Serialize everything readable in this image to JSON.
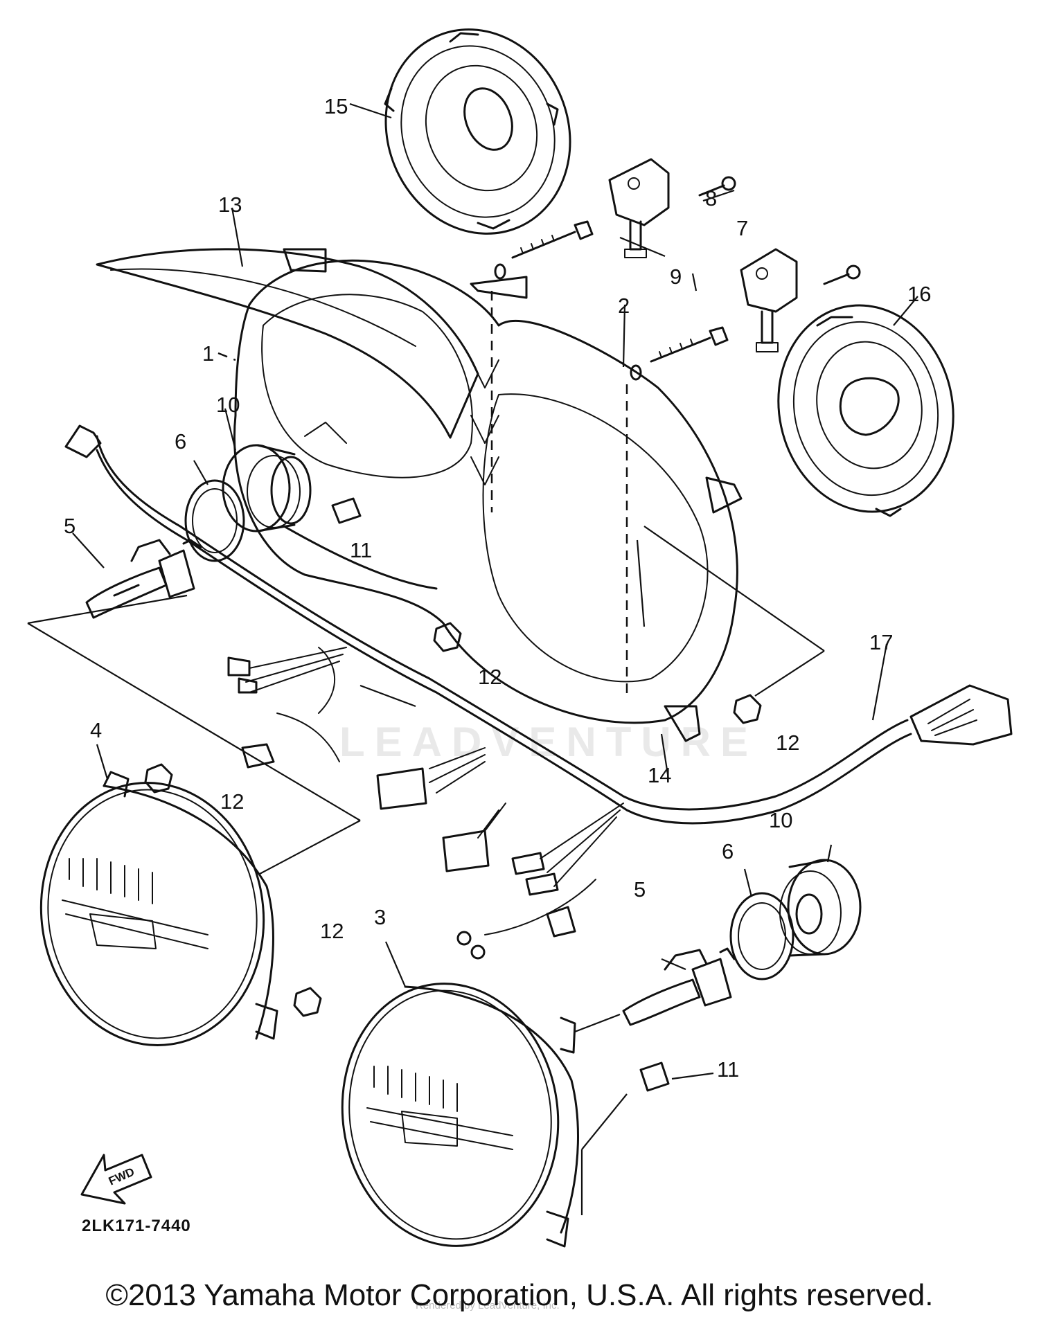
{
  "diagram": {
    "callouts": {
      "c1": "1",
      "c2": "2",
      "c3": "3",
      "c4": "4",
      "c5a": "5",
      "c5b": "5",
      "c6a": "6",
      "c6b": "6",
      "c7": "7",
      "c8": "8",
      "c9": "9",
      "c10a": "10",
      "c10b": "10",
      "c11a": "11",
      "c11b": "11",
      "c12a": "12",
      "c12b": "12",
      "c12c": "12",
      "c12d": "12",
      "c13": "13",
      "c14": "14",
      "c15": "15",
      "c16": "16",
      "c17": "17"
    },
    "part_number": "2LK171-7440",
    "fwd_label": "FWD",
    "watermark": "LEADVENTURE",
    "render_note": "Rendered by LeadVenture, Inc."
  },
  "copyright": "©2013 Yamaha Motor Corporation, U.S.A. All rights reserved."
}
